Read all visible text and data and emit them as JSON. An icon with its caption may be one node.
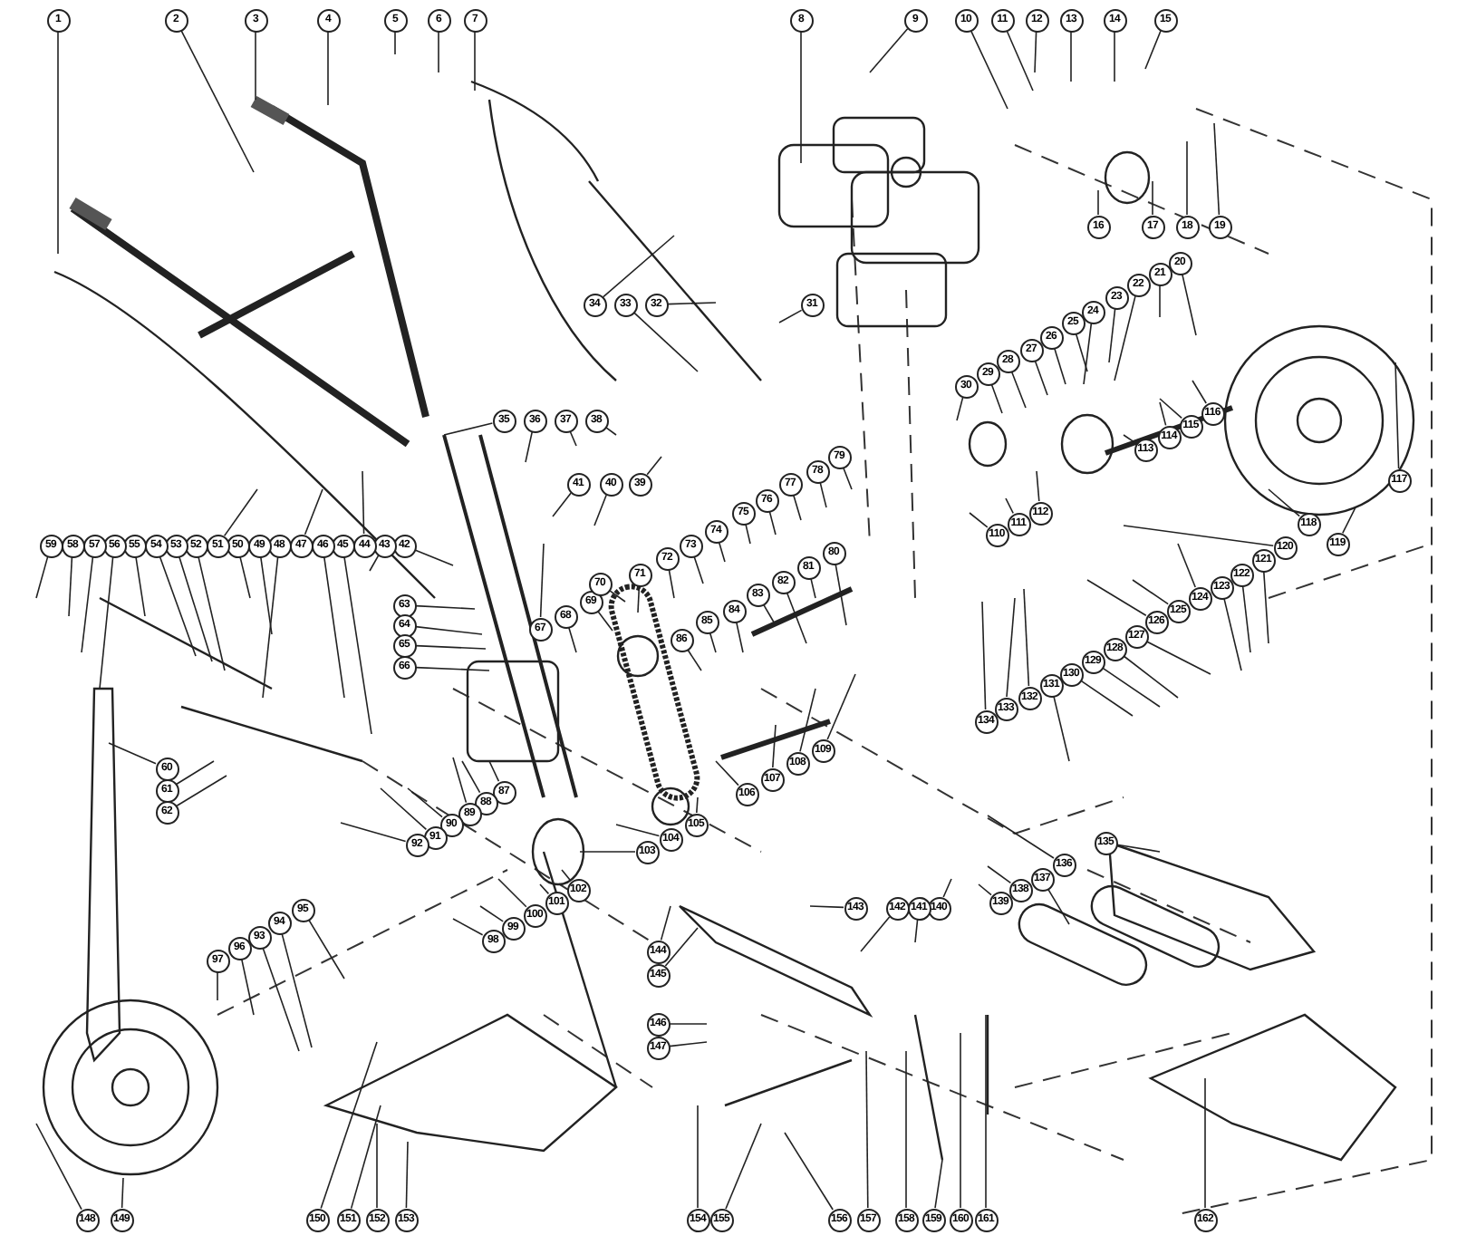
{
  "diagram": {
    "nodes": [
      {
        "text": [
          "1"
        ]
      },
      {
        "text": [
          "2"
        ]
      },
      {
        "text": [
          "3"
        ]
      },
      {
        "text": [
          "4"
        ]
      },
      {
        "text": [
          "5"
        ]
      },
      {
        "text": [
          "6"
        ]
      },
      {
        "text": [
          "7"
        ]
      },
      {
        "text": [
          "8"
        ]
      },
      {
        "text": [
          "9"
        ]
      },
      {
        "text": [
          "10"
        ]
      },
      {
        "text": [
          "11"
        ]
      },
      {
        "text": [
          "12"
        ]
      },
      {
        "text": [
          "13"
        ]
      },
      {
        "text": [
          "14"
        ]
      },
      {
        "text": [
          "15"
        ]
      },
      {
        "text": [
          "16"
        ]
      },
      {
        "text": [
          "17"
        ]
      },
      {
        "text": [
          "18"
        ]
      },
      {
        "text": [
          "19"
        ]
      },
      {
        "text": [
          "20"
        ]
      },
      {
        "text": [
          "21"
        ]
      },
      {
        "text": [
          "22"
        ]
      },
      {
        "text": [
          "23"
        ]
      },
      {
        "text": [
          "24"
        ]
      },
      {
        "text": [
          "25"
        ]
      },
      {
        "text": [
          "26"
        ]
      },
      {
        "text": [
          "27"
        ]
      },
      {
        "text": [
          "28"
        ]
      },
      {
        "text": [
          "29"
        ]
      },
      {
        "text": [
          "30"
        ]
      },
      {
        "text": [
          "31"
        ]
      },
      {
        "text": [
          "32"
        ]
      },
      {
        "text": [
          "33"
        ]
      },
      {
        "text": [
          "34"
        ]
      },
      {
        "text": [
          "35"
        ]
      },
      {
        "text": [
          "36"
        ]
      },
      {
        "text": [
          "37"
        ]
      },
      {
        "text": [
          "38"
        ]
      },
      {
        "text": [
          "39"
        ]
      },
      {
        "text": [
          "40"
        ]
      },
      {
        "text": [
          "41"
        ]
      },
      {
        "text": [
          "42"
        ]
      },
      {
        "text": [
          "43"
        ]
      },
      {
        "text": [
          "44"
        ]
      },
      {
        "text": [
          "45"
        ]
      },
      {
        "text": [
          "46"
        ]
      },
      {
        "text": [
          "47"
        ]
      },
      {
        "text": [
          "48"
        ]
      },
      {
        "text": [
          "49"
        ]
      },
      {
        "text": [
          "50"
        ]
      },
      {
        "text": [
          "51"
        ]
      },
      {
        "text": [
          "52"
        ]
      },
      {
        "text": [
          "53"
        ]
      },
      {
        "text": [
          "54"
        ]
      },
      {
        "text": [
          "55"
        ]
      },
      {
        "text": [
          "56"
        ]
      },
      {
        "text": [
          "57"
        ]
      },
      {
        "text": [
          "58"
        ]
      },
      {
        "text": [
          "59"
        ]
      },
      {
        "text": [
          "60"
        ]
      },
      {
        "text": [
          "61"
        ]
      },
      {
        "text": [
          "62"
        ]
      },
      {
        "text": [
          "63"
        ]
      },
      {
        "text": [
          "64"
        ]
      },
      {
        "text": [
          "65"
        ]
      },
      {
        "text": [
          "66"
        ]
      },
      {
        "text": [
          "67"
        ]
      },
      {
        "text": [
          "68"
        ]
      },
      {
        "text": [
          "69"
        ]
      },
      {
        "text": [
          "70"
        ]
      },
      {
        "text": [
          "71"
        ]
      },
      {
        "text": [
          "72"
        ]
      },
      {
        "text": [
          "73"
        ]
      },
      {
        "text": [
          "74"
        ]
      },
      {
        "text": [
          "75"
        ]
      },
      {
        "text": [
          "76"
        ]
      },
      {
        "text": [
          "77"
        ]
      },
      {
        "text": [
          "78"
        ]
      },
      {
        "text": [
          "79"
        ]
      },
      {
        "text": [
          "80"
        ]
      },
      {
        "text": [
          "81"
        ]
      },
      {
        "text": [
          "82"
        ]
      },
      {
        "text": [
          "83"
        ]
      },
      {
        "text": [
          "84"
        ]
      },
      {
        "text": [
          "85"
        ]
      },
      {
        "text": [
          "86"
        ]
      },
      {
        "text": [
          "87"
        ]
      },
      {
        "text": [
          "88"
        ]
      },
      {
        "text": [
          "89"
        ]
      },
      {
        "text": [
          "90"
        ]
      },
      {
        "text": [
          "91"
        ]
      },
      {
        "text": [
          "92"
        ]
      },
      {
        "text": [
          "93"
        ]
      },
      {
        "text": [
          "94"
        ]
      },
      {
        "text": [
          "95"
        ]
      },
      {
        "text": [
          "96"
        ]
      },
      {
        "text": [
          "97"
        ]
      },
      {
        "text": [
          "98"
        ]
      },
      {
        "text": [
          "99"
        ]
      },
      {
        "text": [
          "100"
        ]
      },
      {
        "text": [
          "101"
        ]
      },
      {
        "text": [
          "102"
        ]
      },
      {
        "text": [
          "103"
        ]
      },
      {
        "text": [
          "104"
        ]
      },
      {
        "text": [
          "105"
        ]
      },
      {
        "text": [
          "106"
        ]
      },
      {
        "text": [
          "107"
        ]
      },
      {
        "text": [
          "108"
        ]
      },
      {
        "text": [
          "109"
        ]
      },
      {
        "text": [
          "110"
        ]
      },
      {
        "text": [
          "111"
        ]
      },
      {
        "text": [
          "112"
        ]
      },
      {
        "text": [
          "113"
        ]
      },
      {
        "text": [
          "114"
        ]
      },
      {
        "text": [
          "115"
        ]
      },
      {
        "text": [
          "116"
        ]
      },
      {
        "text": [
          "117"
        ]
      },
      {
        "text": [
          "118"
        ]
      },
      {
        "text": [
          "119"
        ]
      },
      {
        "text": [
          "120"
        ]
      },
      {
        "text": [
          "121"
        ]
      },
      {
        "text": [
          "122"
        ]
      },
      {
        "text": [
          "123"
        ]
      },
      {
        "text": [
          "124"
        ]
      },
      {
        "text": [
          "125"
        ]
      },
      {
        "text": [
          "126"
        ]
      },
      {
        "text": [
          "127"
        ]
      },
      {
        "text": [
          "128"
        ]
      },
      {
        "text": [
          "129"
        ]
      },
      {
        "text": [
          "130"
        ]
      },
      {
        "text": [
          "131"
        ]
      },
      {
        "text": [
          "132"
        ]
      },
      {
        "text": [
          "133"
        ]
      },
      {
        "text": [
          "134"
        ]
      },
      {
        "text": [
          "135"
        ]
      },
      {
        "text": [
          "136"
        ]
      },
      {
        "text": [
          "137"
        ]
      },
      {
        "text": [
          "138"
        ]
      },
      {
        "text": [
          "139"
        ]
      },
      {
        "text": [
          "140"
        ]
      },
      {
        "text": [
          "141"
        ]
      },
      {
        "text": [
          "142"
        ]
      },
      {
        "text": [
          "143"
        ]
      },
      {
        "text": [
          "144"
        ]
      },
      {
        "text": [
          "145"
        ]
      },
      {
        "text": [
          "146"
        ]
      },
      {
        "text": [
          "147"
        ]
      },
      {
        "text": [
          "148"
        ]
      },
      {
        "text": [
          "149"
        ]
      },
      {
        "text": [
          "150"
        ]
      },
      {
        "text": [
          "151"
        ]
      },
      {
        "text": [
          "152"
        ]
      },
      {
        "text": [
          "153"
        ]
      },
      {
        "text": [
          "154"
        ]
      },
      {
        "text": [
          "155"
        ]
      },
      {
        "text": [
          "156"
        ]
      },
      {
        "text": [
          "157"
        ]
      },
      {
        "text": [
          "158"
        ]
      },
      {
        "text": [
          "159"
        ]
      },
      {
        "text": [
          "160"
        ]
      },
      {
        "text": [
          "161"
        ]
      },
      {
        "text": [
          "162"
        ]
      }
    ],
    "edges": [
      {
        "from": 0,
        "to": null,
        "arrow": "none"
      },
      {
        "from": 1,
        "to": null,
        "arrow": "none"
      },
      {
        "from": 2,
        "to": null,
        "arrow": "none"
      },
      {
        "from": 3,
        "to": null,
        "arrow": "none"
      },
      {
        "from": 4,
        "to": null,
        "arrow": "none"
      },
      {
        "from": 5,
        "to": null,
        "arrow": "none"
      },
      {
        "from": 6,
        "to": null,
        "arrow": "none"
      },
      {
        "from": 7,
        "to": null,
        "arrow": "none"
      },
      {
        "from": 8,
        "to": null,
        "arrow": "none"
      },
      {
        "from": 9,
        "to": null,
        "arrow": "none"
      },
      {
        "from": 10,
        "to": null,
        "arrow": "none"
      },
      {
        "from": 11,
        "to": null,
        "arrow": "none"
      },
      {
        "from": 12,
        "to": null,
        "arrow": "none"
      },
      {
        "from": 13,
        "to": null,
        "arrow": "none"
      },
      {
        "from": 14,
        "to": null,
        "arrow": "none"
      },
      {
        "from": 15,
        "to": null,
        "arrow": "none"
      },
      {
        "from": 16,
        "to": null,
        "arrow": "none"
      },
      {
        "from": 17,
        "to": null,
        "arrow": "none"
      },
      {
        "from": 18,
        "to": null,
        "arrow": "none"
      },
      {
        "from": 19,
        "to": null,
        "arrow": "none"
      },
      {
        "from": 20,
        "to": null,
        "arrow": "none"
      },
      {
        "from": 21,
        "to": null,
        "arrow": "none"
      },
      {
        "from": 22,
        "to": null,
        "arrow": "none"
      },
      {
        "from": 23,
        "to": null,
        "arrow": "none"
      },
      {
        "from": 24,
        "to": null,
        "arrow": "none"
      },
      {
        "from": 25,
        "to": null,
        "arrow": "none"
      },
      {
        "from": 26,
        "to": null,
        "arrow": "none"
      },
      {
        "from": 27,
        "to": null,
        "arrow": "none"
      },
      {
        "from": 28,
        "to": null,
        "arrow": "none"
      },
      {
        "from": 29,
        "to": null,
        "arrow": "none"
      },
      {
        "from": 30,
        "to": null,
        "arrow": "none"
      },
      {
        "from": 31,
        "to": null,
        "arrow": "none"
      },
      {
        "from": 32,
        "to": null,
        "arrow": "none"
      },
      {
        "from": 33,
        "to": null,
        "arrow": "none"
      },
      {
        "from": 34,
        "to": null,
        "arrow": "none"
      },
      {
        "from": 35,
        "to": null,
        "arrow": "none"
      },
      {
        "from": 36,
        "to": null,
        "arrow": "none"
      },
      {
        "from": 37,
        "to": null,
        "arrow": "none"
      },
      {
        "from": 38,
        "to": null,
        "arrow": "none"
      },
      {
        "from": 39,
        "to": null,
        "arrow": "none"
      },
      {
        "from": 40,
        "to": null,
        "arrow": "none"
      },
      {
        "from": 41,
        "to": null,
        "arrow": "none"
      },
      {
        "from": 42,
        "to": null,
        "arrow": "none"
      },
      {
        "from": 43,
        "to": null,
        "arrow": "none"
      },
      {
        "from": 44,
        "to": null,
        "arrow": "none"
      },
      {
        "from": 45,
        "to": null,
        "arrow": "none"
      },
      {
        "from": 46,
        "to": null,
        "arrow": "none"
      },
      {
        "from": 47,
        "to": null,
        "arrow": "none"
      },
      {
        "from": 48,
        "to": null,
        "arrow": "none"
      },
      {
        "from": 49,
        "to": null,
        "arrow": "none"
      },
      {
        "from": 50,
        "to": null,
        "arrow": "none"
      },
      {
        "from": 51,
        "to": null,
        "arrow": "none"
      },
      {
        "from": 52,
        "to": null,
        "arrow": "none"
      },
      {
        "from": 53,
        "to": null,
        "arrow": "none"
      },
      {
        "from": 54,
        "to": null,
        "arrow": "none"
      },
      {
        "from": 55,
        "to": null,
        "arrow": "none"
      },
      {
        "from": 56,
        "to": null,
        "arrow": "none"
      },
      {
        "from": 57,
        "to": null,
        "arrow": "none"
      },
      {
        "from": 58,
        "to": null,
        "arrow": "none"
      },
      {
        "from": 59,
        "to": null,
        "arrow": "none"
      },
      {
        "from": 60,
        "to": null,
        "arrow": "none"
      },
      {
        "from": 61,
        "to": null,
        "arrow": "none"
      },
      {
        "from": 62,
        "to": null,
        "arrow": "none"
      },
      {
        "from": 63,
        "to": null,
        "arrow": "none"
      },
      {
        "from": 64,
        "to": null,
        "arrow": "none"
      },
      {
        "from": 65,
        "to": null,
        "arrow": "none"
      },
      {
        "from": 66,
        "to": null,
        "arrow": "none"
      },
      {
        "from": 67,
        "to": null,
        "arrow": "none"
      },
      {
        "from": 68,
        "to": null,
        "arrow": "none"
      },
      {
        "from": 69,
        "to": null,
        "arrow": "none"
      },
      {
        "from": 70,
        "to": null,
        "arrow": "none"
      },
      {
        "from": 71,
        "to": null,
        "arrow": "none"
      },
      {
        "from": 72,
        "to": null,
        "arrow": "none"
      },
      {
        "from": 73,
        "to": null,
        "arrow": "none"
      },
      {
        "from": 74,
        "to": null,
        "arrow": "none"
      },
      {
        "from": 75,
        "to": null,
        "arrow": "none"
      },
      {
        "from": 76,
        "to": null,
        "arrow": "none"
      },
      {
        "from": 77,
        "to": null,
        "arrow": "none"
      },
      {
        "from": 78,
        "to": null,
        "arrow": "none"
      },
      {
        "from": 79,
        "to": null,
        "arrow": "none"
      },
      {
        "from": 80,
        "to": null,
        "arrow": "none"
      },
      {
        "from": 81,
        "to": null,
        "arrow": "none"
      },
      {
        "from": 82,
        "to": null,
        "arrow": "none"
      },
      {
        "from": 83,
        "to": null,
        "arrow": "none"
      },
      {
        "from": 84,
        "to": null,
        "arrow": "none"
      },
      {
        "from": 85,
        "to": null,
        "arrow": "none"
      },
      {
        "from": 86,
        "to": null,
        "arrow": "none"
      },
      {
        "from": 87,
        "to": null,
        "arrow": "none"
      },
      {
        "from": 88,
        "to": null,
        "arrow": "none"
      },
      {
        "from": 89,
        "to": null,
        "arrow": "none"
      },
      {
        "from": 90,
        "to": null,
        "arrow": "none"
      },
      {
        "from": 91,
        "to": null,
        "arrow": "none"
      },
      {
        "from": 92,
        "to": null,
        "arrow": "none"
      },
      {
        "from": 93,
        "to": null,
        "arrow": "none"
      },
      {
        "from": 94,
        "to": null,
        "arrow": "none"
      },
      {
        "from": 95,
        "to": null,
        "arrow": "none"
      },
      {
        "from": 96,
        "to": null,
        "arrow": "none"
      },
      {
        "from": 97,
        "to": null,
        "arrow": "none"
      },
      {
        "from": 98,
        "to": null,
        "arrow": "none"
      },
      {
        "from": 99,
        "to": null,
        "arrow": "none"
      },
      {
        "from": 100,
        "to": null,
        "arrow": "none"
      },
      {
        "from": 101,
        "to": null,
        "arrow": "none"
      },
      {
        "from": 102,
        "to": null,
        "arrow": "none"
      },
      {
        "from": 103,
        "to": null,
        "arrow": "none"
      },
      {
        "from": 104,
        "to": null,
        "arrow": "none"
      },
      {
        "from": 105,
        "to": null,
        "arrow": "none"
      },
      {
        "from": 106,
        "to": null,
        "arrow": "none"
      },
      {
        "from": 107,
        "to": null,
        "arrow": "none"
      },
      {
        "from": 108,
        "to": null,
        "arrow": "none"
      },
      {
        "from": 109,
        "to": null,
        "arrow": "none"
      },
      {
        "from": 110,
        "to": null,
        "arrow": "none"
      },
      {
        "from": 111,
        "to": null,
        "arrow": "none"
      },
      {
        "from": 112,
        "to": null,
        "arrow": "none"
      },
      {
        "from": 113,
        "to": null,
        "arrow": "none"
      },
      {
        "from": 114,
        "to": null,
        "arrow": "none"
      },
      {
        "from": 115,
        "to": null,
        "arrow": "none"
      },
      {
        "from": 116,
        "to": null,
        "arrow": "none"
      },
      {
        "from": 117,
        "to": null,
        "arrow": "none"
      },
      {
        "from": 118,
        "to": null,
        "arrow": "none"
      },
      {
        "from": 119,
        "to": null,
        "arrow": "none"
      },
      {
        "from": 120,
        "to": null,
        "arrow": "none"
      },
      {
        "from": 121,
        "to": null,
        "arrow": "none"
      },
      {
        "from": 122,
        "to": null,
        "arrow": "none"
      },
      {
        "from": 123,
        "to": null,
        "arrow": "none"
      },
      {
        "from": 124,
        "to": null,
        "arrow": "none"
      },
      {
        "from": 125,
        "to": null,
        "arrow": "none"
      },
      {
        "from": 126,
        "to": null,
        "arrow": "none"
      },
      {
        "from": 127,
        "to": null,
        "arrow": "none"
      },
      {
        "from": 128,
        "to": null,
        "arrow": "none"
      },
      {
        "from": 129,
        "to": null,
        "arrow": "none"
      },
      {
        "from": 130,
        "to": null,
        "arrow": "none"
      },
      {
        "from": 131,
        "to": null,
        "arrow": "none"
      },
      {
        "from": 132,
        "to": null,
        "arrow": "none"
      },
      {
        "from": 133,
        "to": null,
        "arrow": "none"
      },
      {
        "from": 134,
        "to": null,
        "arrow": "none"
      },
      {
        "from": 135,
        "to": null,
        "arrow": "none"
      },
      {
        "from": 136,
        "to": null,
        "arrow": "none"
      },
      {
        "from": 137,
        "to": null,
        "arrow": "none"
      },
      {
        "from": 138,
        "to": null,
        "arrow": "none"
      },
      {
        "from": 139,
        "to": null,
        "arrow": "none"
      },
      {
        "from": 140,
        "to": null,
        "arrow": "none"
      },
      {
        "from": 141,
        "to": null,
        "arrow": "none"
      },
      {
        "from": 142,
        "to": null,
        "arrow": "none"
      },
      {
        "from": 143,
        "to": null,
        "arrow": "none"
      },
      {
        "from": 144,
        "to": null,
        "arrow": "none"
      },
      {
        "from": 145,
        "to": null,
        "arrow": "none"
      },
      {
        "from": 146,
        "to": null,
        "arrow": "none"
      },
      {
        "from": 147,
        "to": null,
        "arrow": "none"
      },
      {
        "from": 148,
        "to": null,
        "arrow": "none"
      },
      {
        "from": 149,
        "to": null,
        "arrow": "none"
      },
      {
        "from": 150,
        "to": null,
        "arrow": "none"
      },
      {
        "from": 151,
        "to": null,
        "arrow": "none"
      },
      {
        "from": 152,
        "to": null,
        "arrow": "none"
      },
      {
        "from": 153,
        "to": null,
        "arrow": "none"
      },
      {
        "from": 154,
        "to": null,
        "arrow": "none"
      },
      {
        "from": 155,
        "to": null,
        "arrow": "none"
      },
      {
        "from": 156,
        "to": null,
        "arrow": "none"
      },
      {
        "from": 157,
        "to": null,
        "arrow": "none"
      },
      {
        "from": 158,
        "to": null,
        "arrow": "none"
      },
      {
        "from": 159,
        "to": null,
        "arrow": "none"
      },
      {
        "from": 160,
        "to": null,
        "arrow": "none"
      },
      {
        "from": 161,
        "to": null,
        "arrow": "none"
      }
    ]
  }
}
